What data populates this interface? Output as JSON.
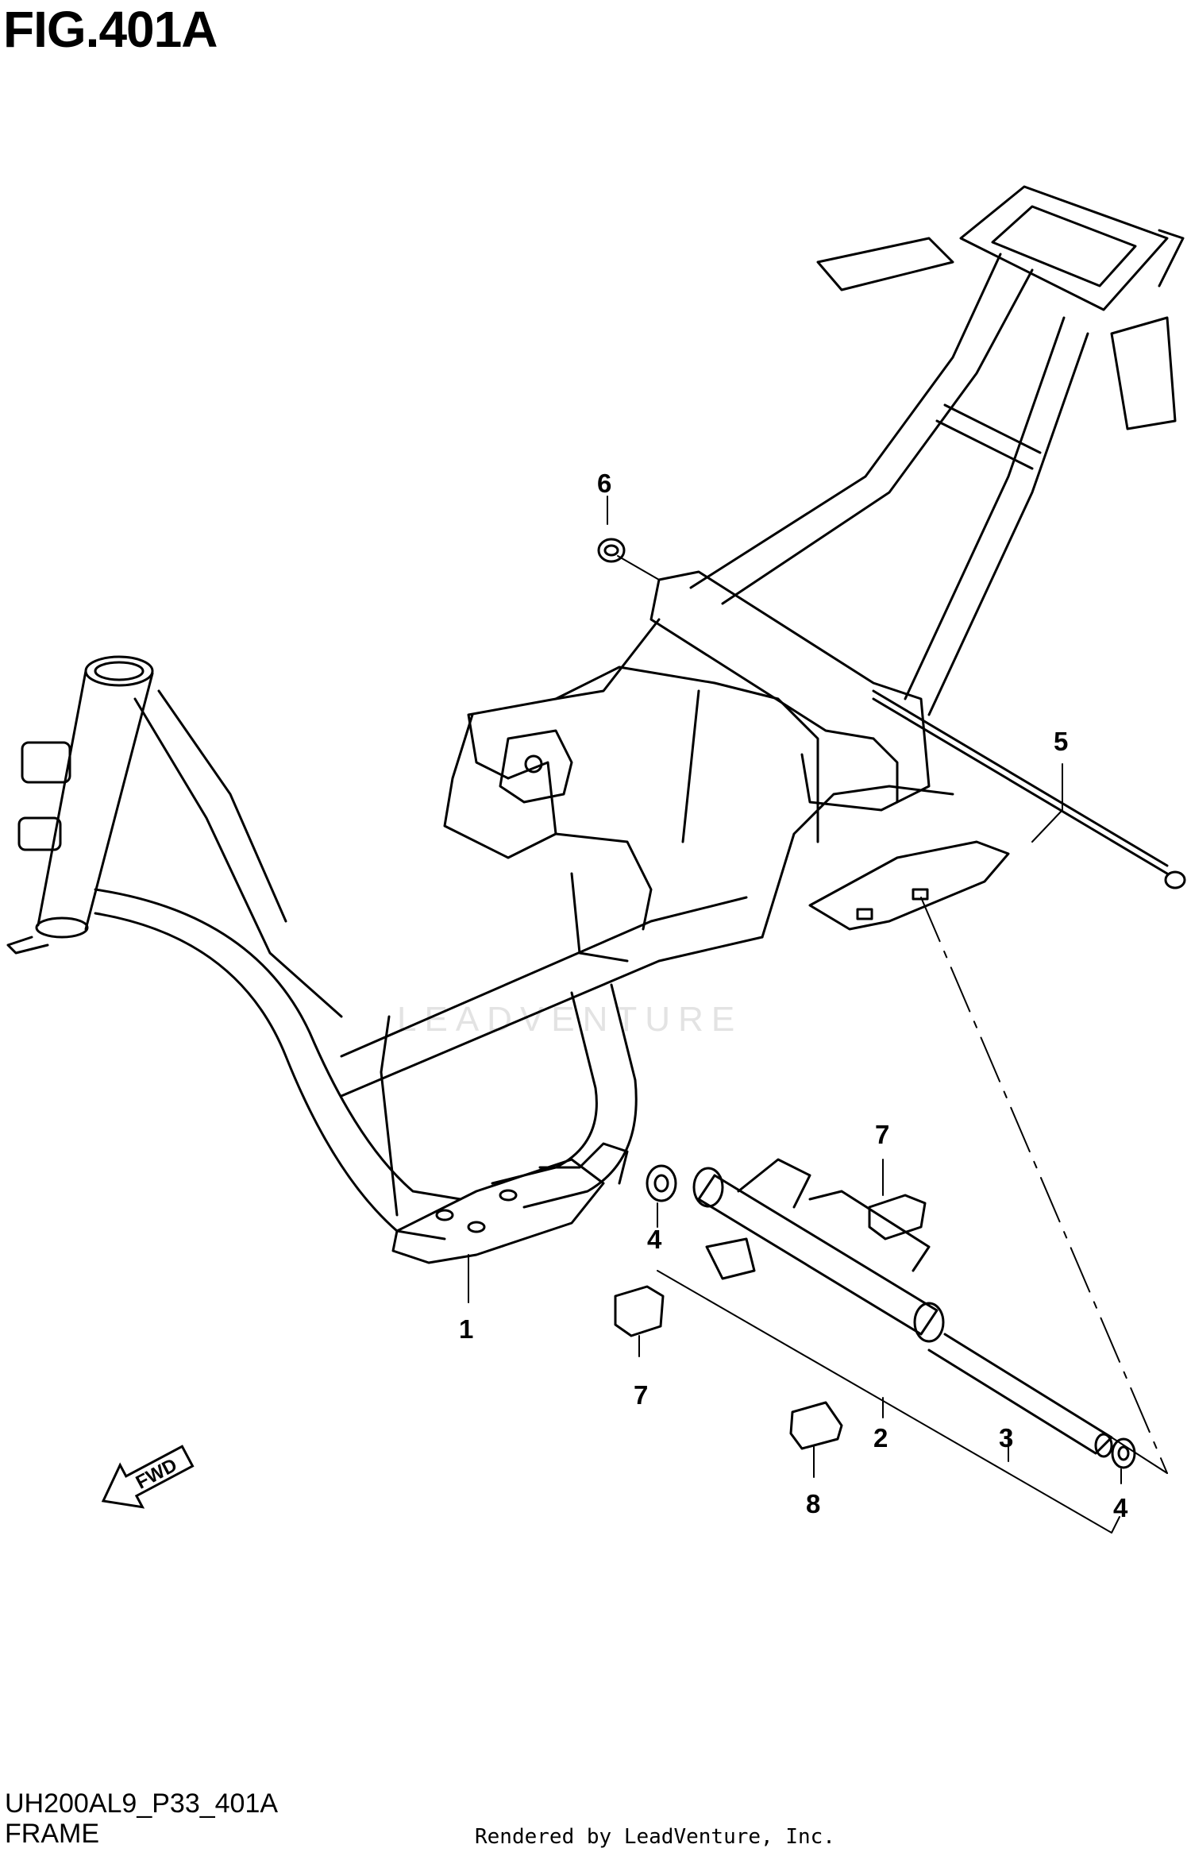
{
  "figure": {
    "title": "FIG.401A"
  },
  "diagram_code": "UH200AL9_P33_401A",
  "subtitle": "FRAME",
  "credit": "Rendered by LeadVenture, Inc.",
  "watermark": "LEADVENTURE",
  "fwd_label": "FWD",
  "callouts": [
    "1",
    "2",
    "3",
    "4",
    "4",
    "5",
    "6",
    "7",
    "7",
    "8"
  ]
}
